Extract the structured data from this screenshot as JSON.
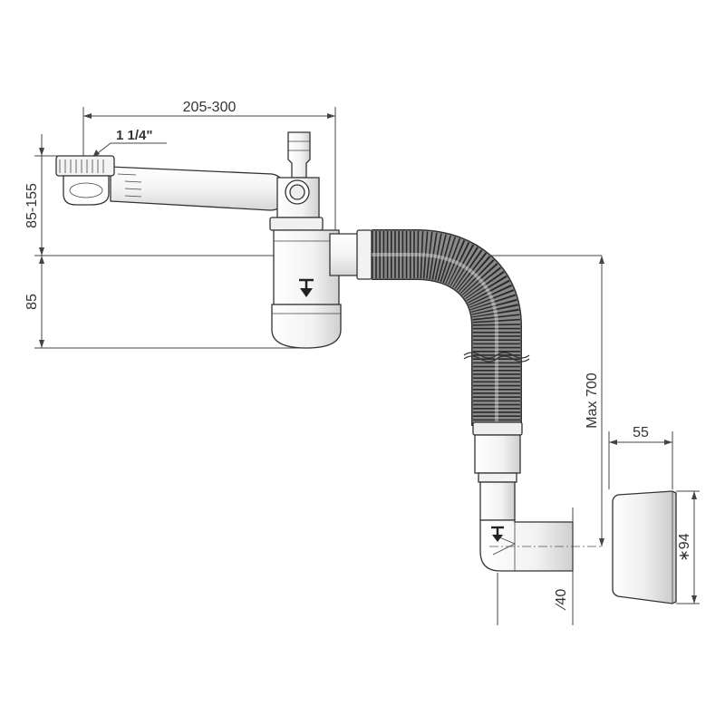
{
  "dimensions": {
    "width_range": "205-300",
    "thread": "1 1/4\"",
    "height_range": "85-155",
    "lower_height": "85",
    "max_length": "Max 700",
    "collar_depth": "55",
    "collar_diameter": "∗94",
    "pipe_diameter": "∕40"
  },
  "colors": {
    "line": "#333333",
    "fill": "#ffffff",
    "shade": "#dddddd"
  }
}
